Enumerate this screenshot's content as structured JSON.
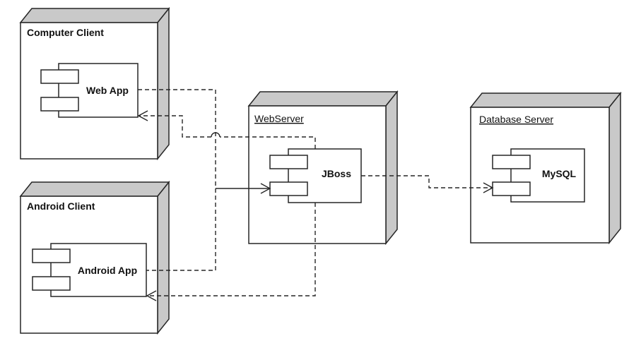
{
  "diagram_type": "uml-deployment-diagram",
  "colors": {
    "background": "#ffffff",
    "node_side_face": "#c9c9c9",
    "node_front_face": "#ffffff",
    "line": "#262626",
    "text": "#111111"
  },
  "nodes": {
    "computer_client": {
      "label": "Computer Client",
      "underlined": false
    },
    "android_client": {
      "label": "Android Client",
      "underlined": false
    },
    "webserver": {
      "label": "WebServer",
      "underlined": true
    },
    "database_server": {
      "label": "Database Server",
      "underlined": true
    }
  },
  "components": {
    "web_app": {
      "label": "Web App",
      "deployed_in": "Computer Client"
    },
    "android_app": {
      "label": "Android App",
      "deployed_in": "Android Client"
    },
    "jboss": {
      "label": "JBoss",
      "deployed_in": "WebServer"
    },
    "mysql": {
      "label": "MySQL",
      "deployed_in": "Database Server"
    }
  },
  "connections": [
    {
      "from": "Web App",
      "to": "JBoss",
      "style": "dashed trunk joining solid segment",
      "arrow": "open arrow into JBoss lower port"
    },
    {
      "from": "Android App",
      "to": "JBoss",
      "style": "dashed trunk joining solid segment",
      "arrow": "open arrow into JBoss lower port"
    },
    {
      "from": "JBoss",
      "to": "Web App",
      "style": "dashed with crossing hop",
      "arrow": "open arrow into Web App"
    },
    {
      "from": "JBoss",
      "to": "Android App",
      "style": "dashed",
      "arrow": "open arrow into Android App"
    },
    {
      "from": "JBoss",
      "to": "MySQL",
      "style": "dashed",
      "arrow": "open arrow into MySQL lower port"
    }
  ]
}
